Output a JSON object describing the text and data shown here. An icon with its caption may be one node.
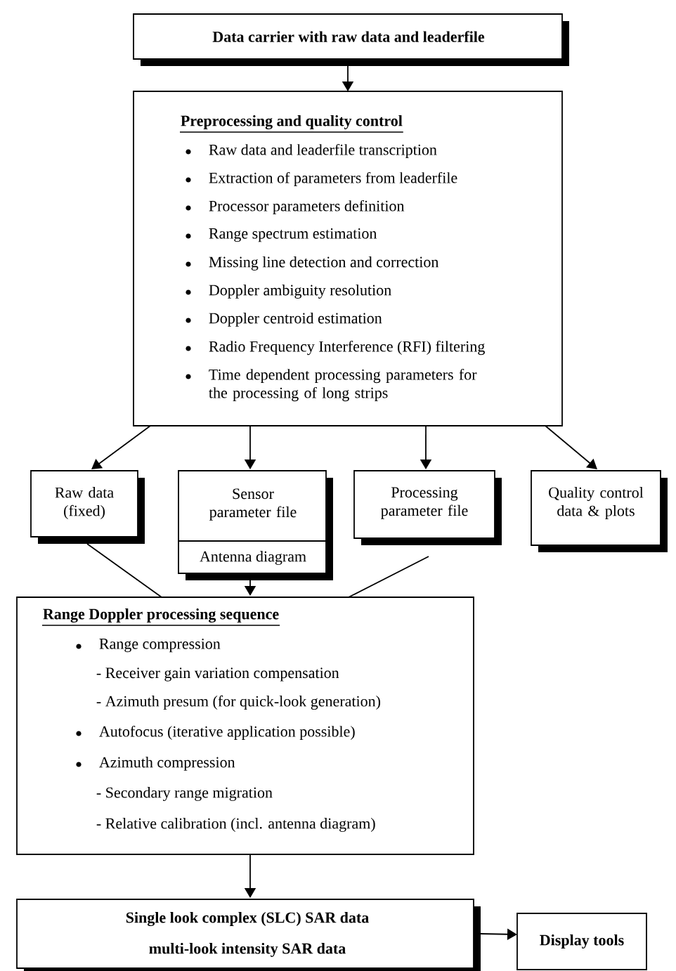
{
  "diagram": {
    "nodes": [
      {
        "text": [
          "Data carrier with raw data and leaderfile"
        ]
      },
      {
        "text": [
          "Preprocessing and quality control",
          "Raw data and leaderfile transcription",
          "Extraction of parameters from leaderfile",
          "Processor parameters definition",
          "Range spectrum estimation",
          "Missing line detection and correction",
          "Doppler ambiguity resolution",
          "Doppler centroid estimation",
          "Radio Frequency Interference (RFI) filtering",
          "Time dependent processing parameters for the processing of long strips"
        ]
      },
      {
        "text": [
          "Raw data (fixed)"
        ]
      },
      {
        "text": [
          "Sensor parameter file",
          "Antenna diagram"
        ]
      },
      {
        "text": [
          "Processing parameter file"
        ]
      },
      {
        "text": [
          "Quality control data & plots"
        ]
      },
      {
        "text": [
          "Range Doppler processing sequence",
          "Range compression",
          "- Receiver gain variation compensation",
          "- Azimuth presum (for quick-look generation)",
          "Autofocus (iterative application possible)",
          "Azimuth compression",
          "- Secondary range migration",
          "- Relative calibration (incl. antenna diagram)"
        ]
      },
      {
        "text": [
          "Single look complex (SLC) SAR data",
          "multi-look intensity SAR data"
        ]
      },
      {
        "text": [
          "Display tools"
        ]
      }
    ],
    "edges": [
      {
        "from": 0,
        "to": 1,
        "arrow": "to"
      },
      {
        "from": 1,
        "to": 2,
        "arrow": "to"
      },
      {
        "from": 1,
        "to": 3,
        "arrow": "to"
      },
      {
        "from": 1,
        "to": 4,
        "arrow": "to"
      },
      {
        "from": 1,
        "to": 5,
        "arrow": "to"
      },
      {
        "from": 2,
        "to": 6,
        "arrow": "none"
      },
      {
        "from": 3,
        "to": 6,
        "arrow": "to"
      },
      {
        "from": 4,
        "to": 6,
        "arrow": "none"
      },
      {
        "from": 6,
        "to": 7,
        "arrow": "to"
      },
      {
        "from": 7,
        "to": 8,
        "arrow": "to"
      }
    ]
  }
}
